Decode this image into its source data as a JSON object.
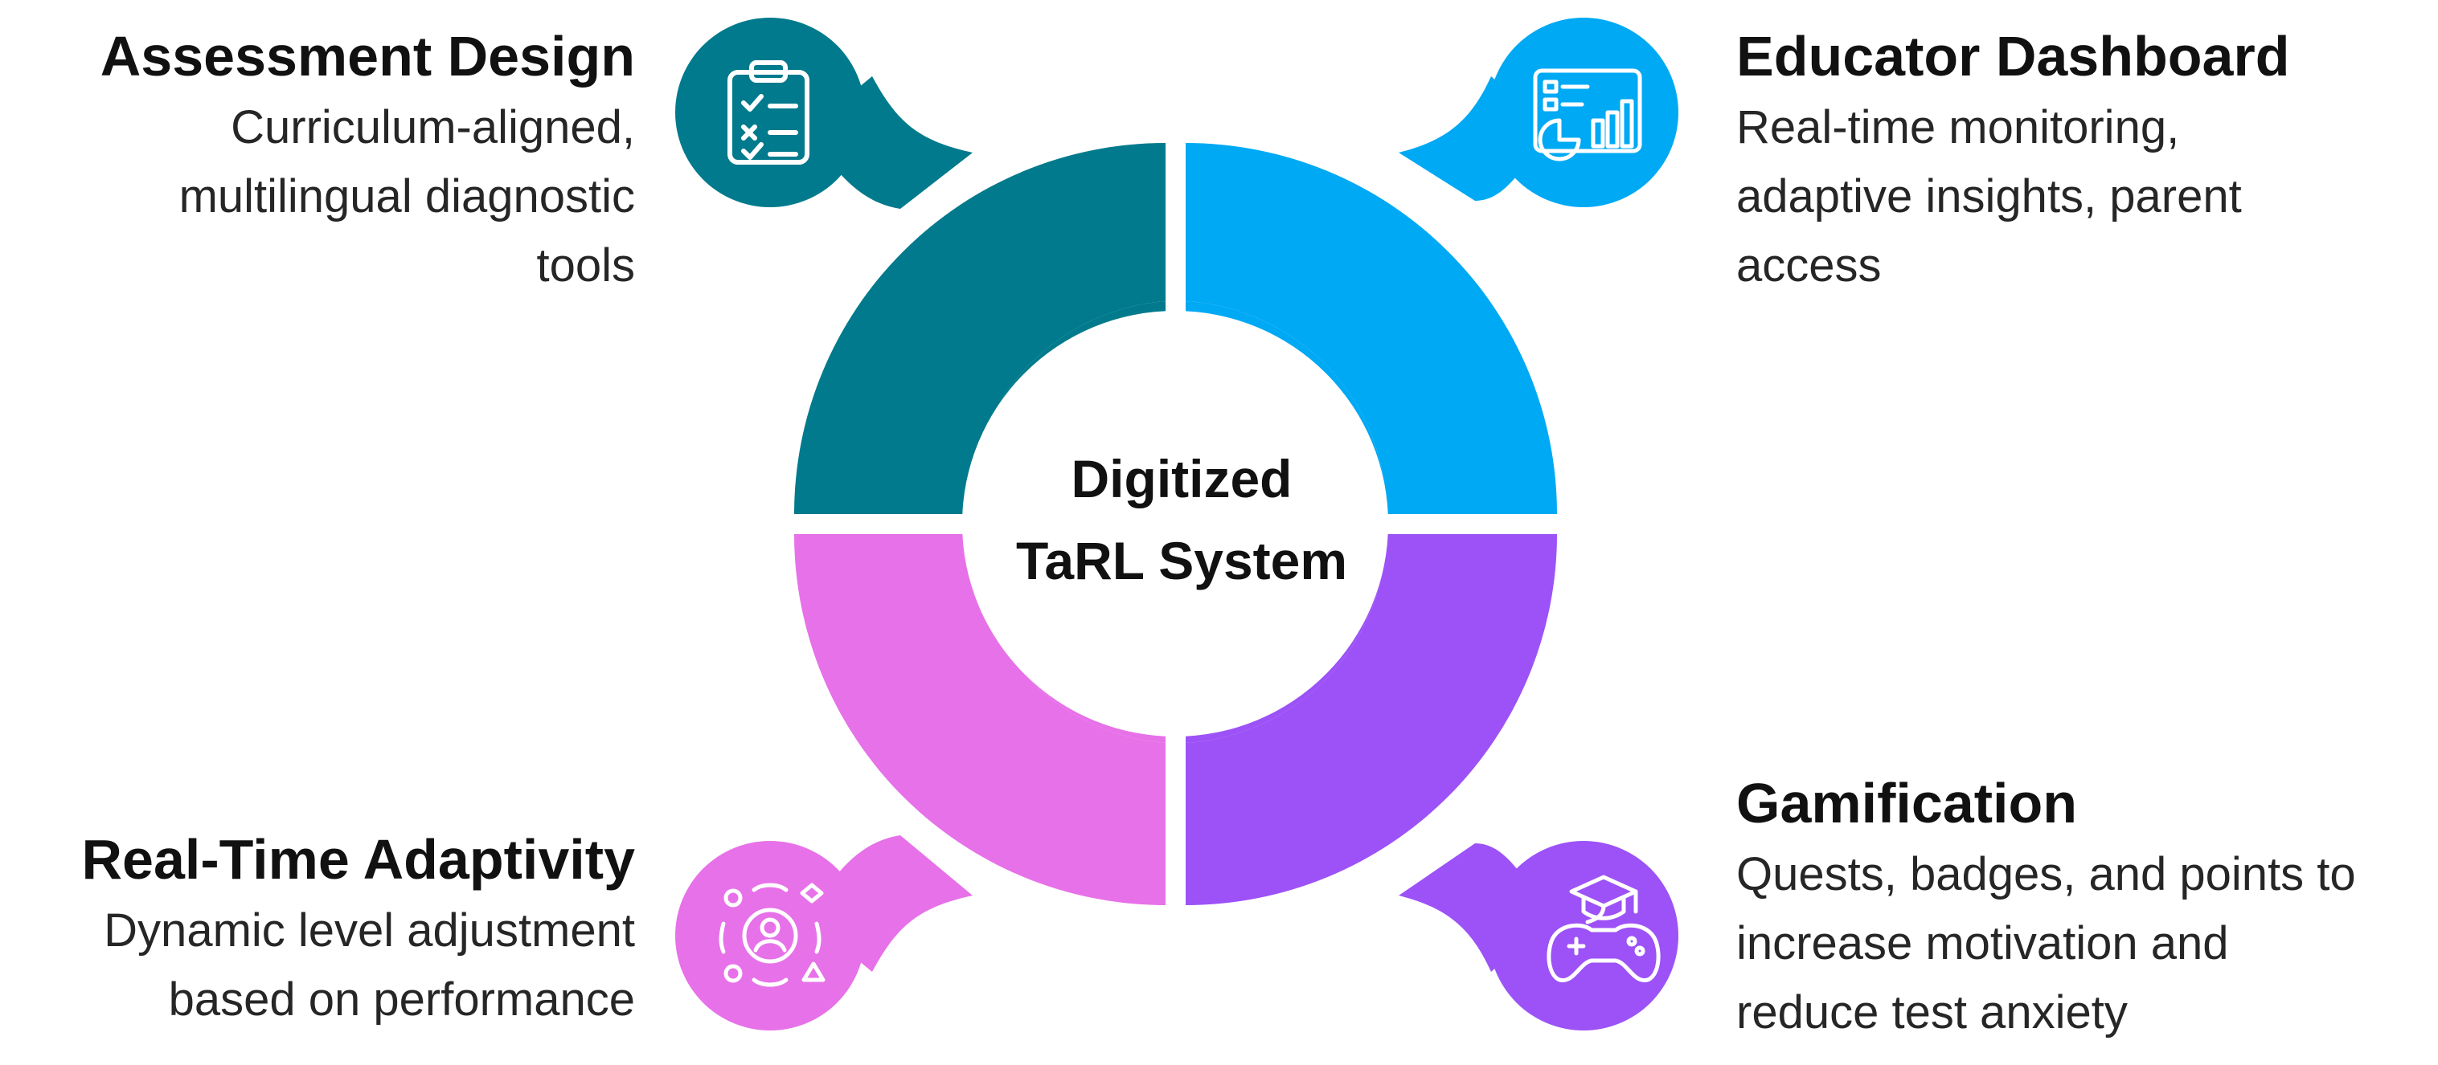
{
  "center": {
    "line1": "Digitized",
    "line2": "TaRL System"
  },
  "quadrants": [
    {
      "id": "assessment-design",
      "title": "Assessment Design",
      "description_lines": [
        "Curriculum-aligned,",
        "multilingual diagnostic",
        "tools"
      ],
      "color": "#007A8C",
      "icon": "clipboard-checklist-icon"
    },
    {
      "id": "educator-dashboard",
      "title": "Educator Dashboard",
      "description_lines": [
        "Real-time monitoring,",
        "adaptive insights, parent",
        "access"
      ],
      "color": "#00A9F4",
      "icon": "dashboard-chart-icon"
    },
    {
      "id": "real-time-adaptivity",
      "title": "Real-Time Adaptivity",
      "description_lines": [
        "Dynamic level adjustment",
        "based on performance"
      ],
      "color": "#E771E8",
      "icon": "adaptive-user-cycle-icon"
    },
    {
      "id": "gamification",
      "title": "Gamification",
      "description_lines": [
        "Quests, badges, and points to",
        "increase motivation and",
        "reduce test anxiety"
      ],
      "color": "#9C52F6",
      "icon": "graduation-gamepad-icon"
    }
  ]
}
